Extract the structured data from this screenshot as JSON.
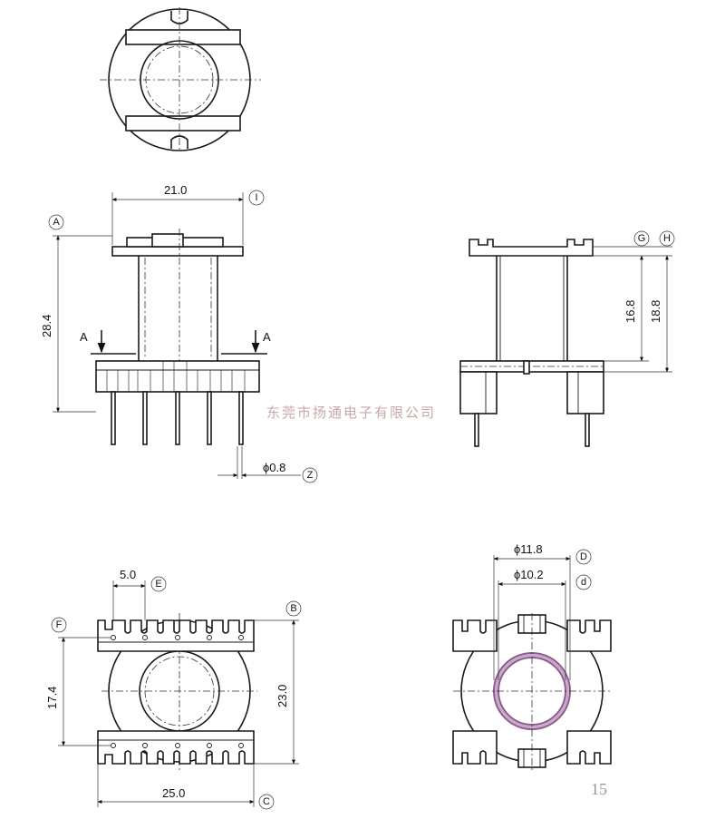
{
  "dimensions": {
    "top_width": "21.0",
    "height_total": "28.4",
    "pin_diameter": "ϕ0.8",
    "core_height_inner": "16.8",
    "core_height_outer": "18.8",
    "pin_pitch": "5.0",
    "row_spacing": "17.4",
    "body_depth": "23.0",
    "body_width": "25.0",
    "outer_diameter": "ϕ11.8",
    "inner_diameter": "ϕ10.2"
  },
  "callouts": {
    "a": "A",
    "b": "B",
    "c": "C",
    "d_upper": "D",
    "d_lower": "d",
    "e": "E",
    "f": "F",
    "g": "G",
    "h": "H",
    "i": "I",
    "z": "Z"
  },
  "section_marks": {
    "left": "A",
    "right": "A"
  },
  "watermark": "东莞市扬通电子有限公司",
  "page_number": "15"
}
